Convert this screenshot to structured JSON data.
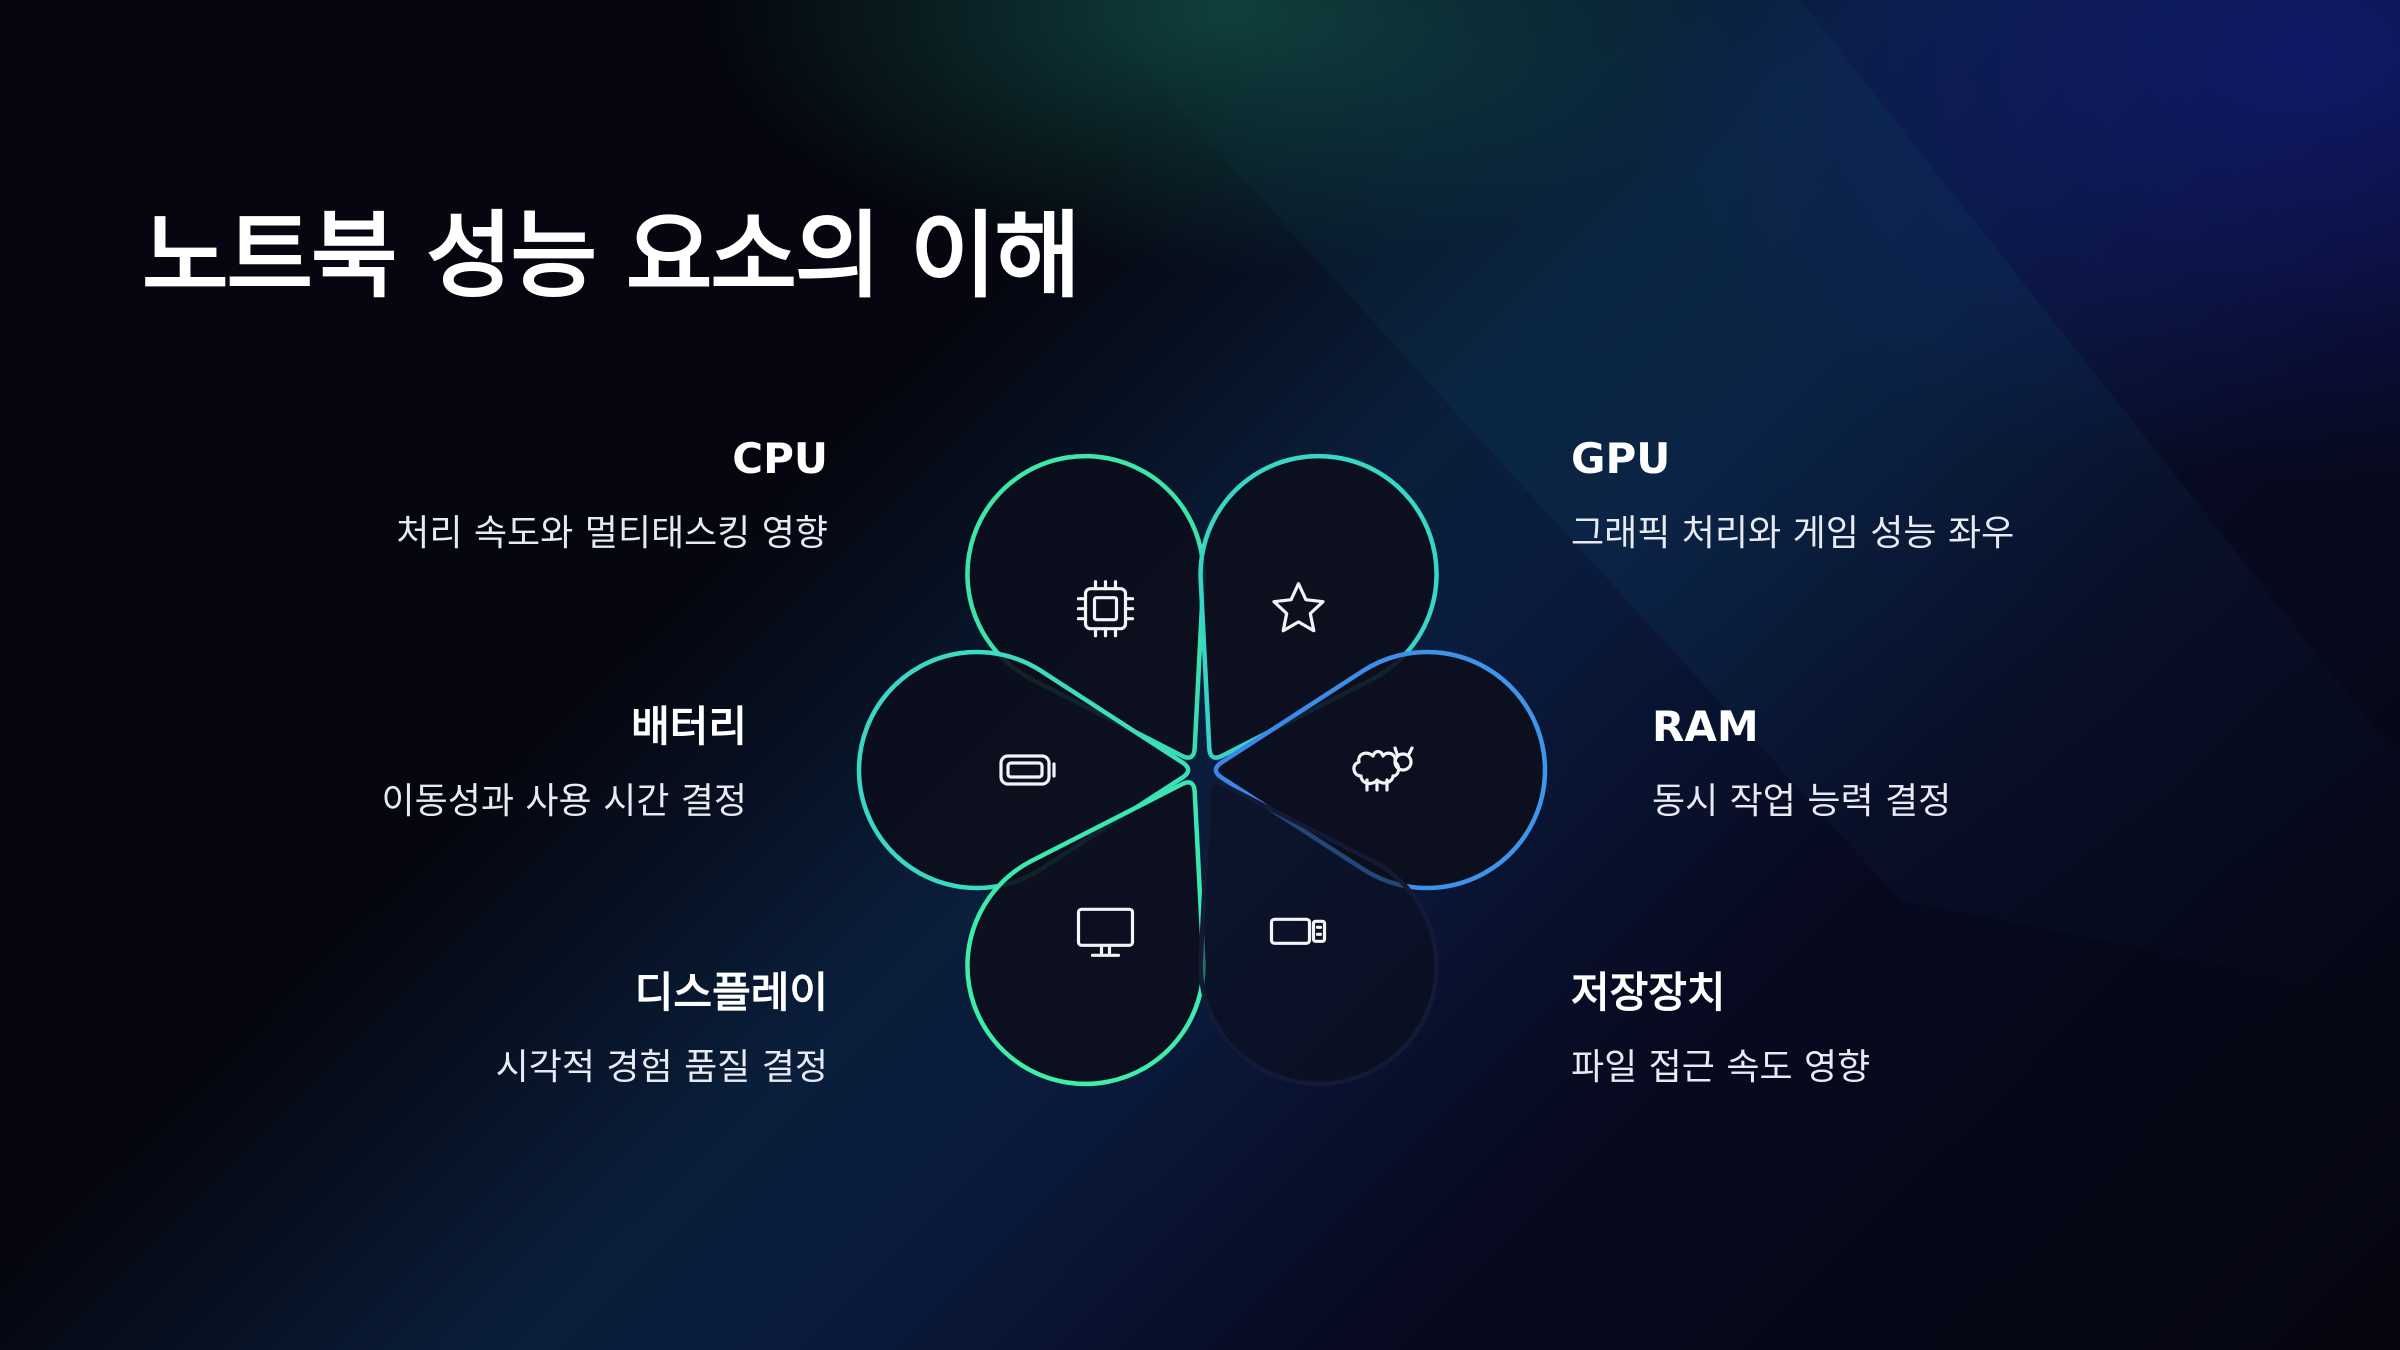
{
  "title": "노트북 성능 요소의 이해",
  "colors": {
    "accent_green": "#3de8a8",
    "accent_teal": "#37d6c6",
    "accent_blue": "#3f8ee8",
    "petal_fill": "#0c0e1c",
    "dim_petal": "#141a36"
  },
  "components": [
    {
      "id": "cpu",
      "name": "CPU",
      "description": "처리 속도와 멀티태스킹 영향",
      "icon": "cpu-chip-icon"
    },
    {
      "id": "gpu",
      "name": "GPU",
      "description": "그래픽 처리와 게임 성능 좌우",
      "icon": "star-icon"
    },
    {
      "id": "battery",
      "name": "배터리",
      "description": "이동성과 사용 시간 결정",
      "icon": "battery-icon"
    },
    {
      "id": "ram",
      "name": "RAM",
      "description": "동시 작업 능력 결정",
      "icon": "ram-sheep-icon"
    },
    {
      "id": "display",
      "name": "디스플레이",
      "description": "시각적 경험 품질 결정",
      "icon": "monitor-icon"
    },
    {
      "id": "storage",
      "name": "저장장치",
      "description": "파일 접근 속도 영향",
      "icon": "storage-drive-icon"
    }
  ]
}
